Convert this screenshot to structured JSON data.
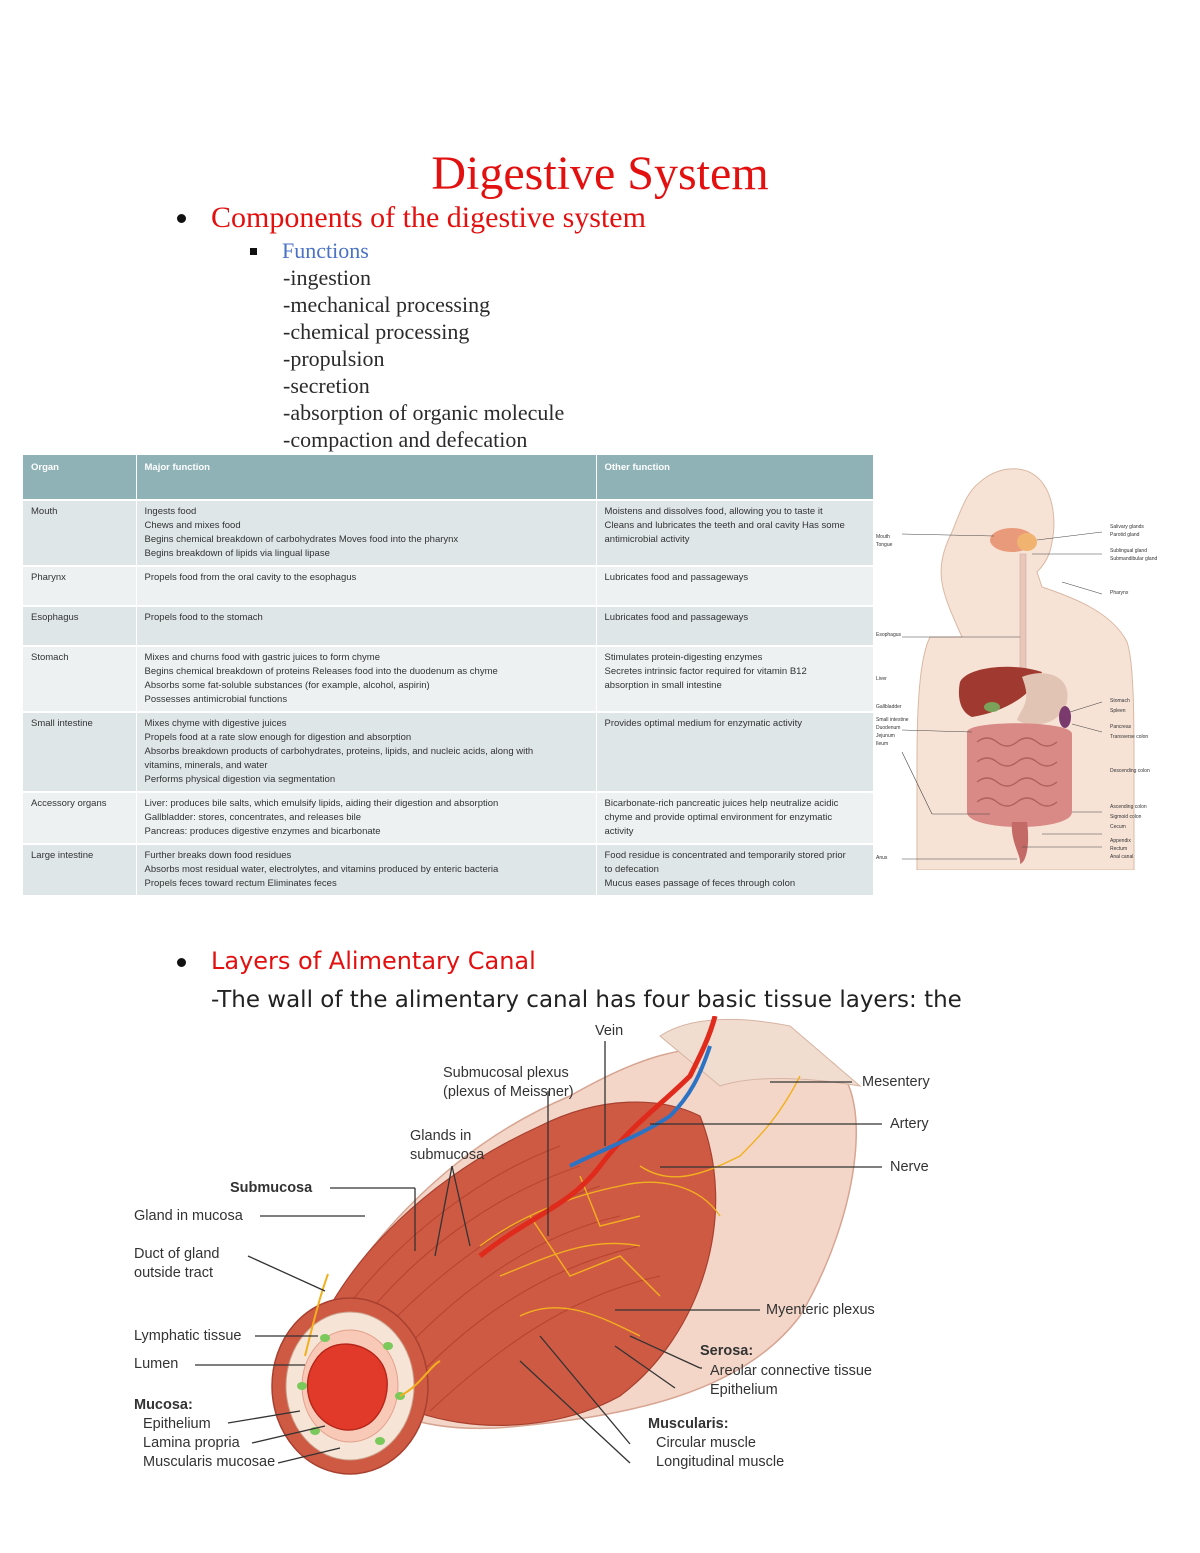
{
  "title": "Digestive System",
  "section1": {
    "heading": "Components of the digestive system",
    "sub_heading": "Functions",
    "functions": [
      "-ingestion",
      "-mechanical processing",
      "-chemical processing",
      "-propulsion",
      "-secretion",
      "-absorption of organic molecule",
      "-compaction and defecation"
    ]
  },
  "table": {
    "headers": [
      "Organ",
      "Major function",
      "Other function"
    ],
    "rows": [
      {
        "organ": "Mouth",
        "major": [
          "Ingests food",
          "Chews and mixes food",
          "Begins chemical breakdown of carbohydrates Moves food into the pharynx",
          "Begins breakdown of lipids via lingual lipase"
        ],
        "other": [
          "Moistens and dissolves food, allowing you to taste it",
          "Cleans and lubricates the teeth and oral cavity Has some",
          "antimicrobial activity"
        ]
      },
      {
        "organ": "Pharynx",
        "major": [
          "Propels food from the oral cavity to the esophagus"
        ],
        "other": [
          "Lubricates food and passageways"
        ]
      },
      {
        "organ": "Esophagus",
        "major": [
          "Propels food to the stomach"
        ],
        "other": [
          "Lubricates food and passageways"
        ]
      },
      {
        "organ": "Stomach",
        "major": [
          "Mixes and churns food with gastric juices to form chyme",
          "Begins chemical breakdown of proteins Releases food into the duodenum as chyme",
          "Absorbs some fat-soluble substances (for example, alcohol, aspirin)",
          "Possesses antimicrobial functions"
        ],
        "other": [
          "Stimulates protein-digesting enzymes",
          "Secretes intrinsic factor required for vitamin B12",
          "absorption in small intestine"
        ]
      },
      {
        "organ": "Small intestine",
        "major": [
          "Mixes chyme with digestive juices",
          "Propels food at a rate slow enough for digestion and absorption",
          "Absorbs breakdown products of carbohydrates, proteins, lipids, and nucleic acids, along with",
          "vitamins, minerals, and water",
          "Performs physical digestion via segmentation"
        ],
        "other": [
          "Provides optimal medium for enzymatic activity"
        ]
      },
      {
        "organ": "Accessory organs",
        "major": [
          "Liver: produces bile salts, which emulsify lipids, aiding their digestion and absorption",
          "Gallbladder: stores, concentrates, and releases bile",
          "Pancreas: produces digestive enzymes and bicarbonate"
        ],
        "other": [
          "Bicarbonate-rich pancreatic juices help neutralize acidic",
          "chyme and provide optimal environment for enzymatic",
          "activity"
        ]
      },
      {
        "organ": "Large intestine",
        "major": [
          "Further breaks down food residues",
          "Absorbs most residual water, electrolytes, and vitamins produced by enteric bacteria",
          "Propels feces toward rectum Eliminates feces"
        ],
        "other": [
          "Food residue is concentrated and temporarily stored prior",
          "to defecation",
          "Mucus eases passage of feces through colon"
        ]
      }
    ]
  },
  "body_figure": {
    "labels_left": [
      "Mouth",
      "Tongue",
      "Esophagus",
      "Liver",
      "Gallbladder",
      "Small intestine",
      "Duodenum",
      "Jejunum",
      "Ileum",
      "Anus"
    ],
    "labels_right": [
      "Salivary glands",
      "Parotid gland",
      "Sublingual gland",
      "Submandibular gland",
      "Pharynx",
      "Stomach",
      "Spleen",
      "Pancreas",
      "Transverse colon",
      "Descending colon",
      "Ascending colon",
      "Sigmoid colon",
      "Cecum",
      "Appendix",
      "Rectum",
      "Anal canal"
    ]
  },
  "section2": {
    "heading": "Layers of Alimentary Canal",
    "text": "-The wall of the alimentary canal has four basic tissue layers: the"
  },
  "canal_figure": {
    "vein": "Vein",
    "submucosal_plexus": "Submucosal plexus",
    "plexus_meissner": "(plexus of Meissner)",
    "glands_in": "Glands in",
    "submucosa_small": "submucosa",
    "submucosa": "Submucosa",
    "gland_mucosa": "Gland in mucosa",
    "duct_1": "Duct of gland",
    "duct_2": "outside tract",
    "lymphatic": "Lymphatic tissue",
    "lumen": "Lumen",
    "mucosa": "Mucosa:",
    "epithelium": "Epithelium",
    "lamina": "Lamina propria",
    "musc_mucosae": "Muscularis mucosae",
    "mesentery": "Mesentery",
    "artery": "Artery",
    "nerve": "Nerve",
    "myenteric": "Myenteric plexus",
    "serosa": "Serosa:",
    "areolar": "Areolar connective tissue",
    "epithelium2": "Epithelium",
    "muscularis": "Muscularis:",
    "circular": "Circular muscle",
    "longitudinal": "Longitudinal muscle"
  }
}
